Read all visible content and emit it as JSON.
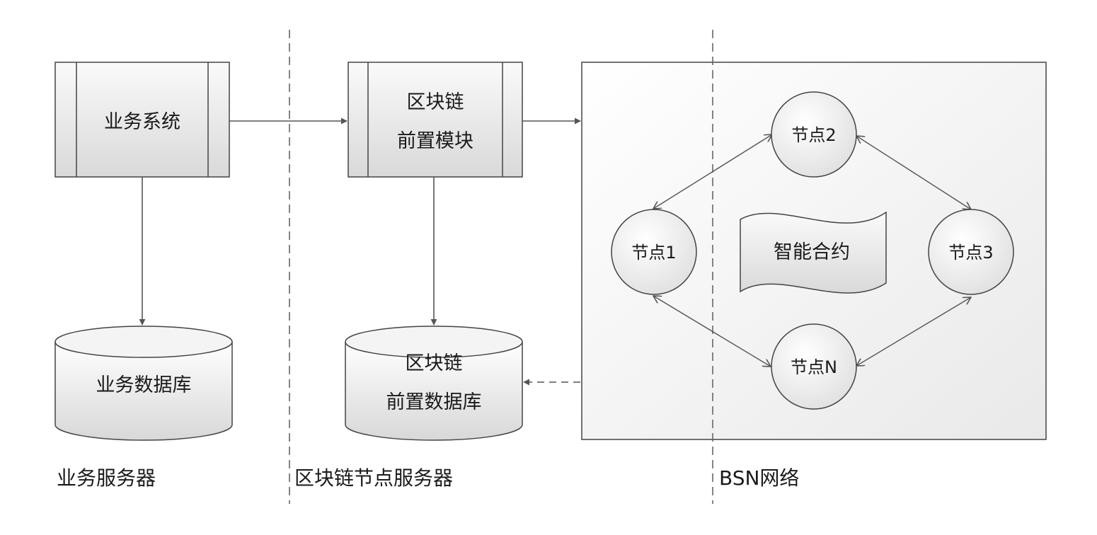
{
  "zones": {
    "business_server": "业务服务器",
    "blockchain_node_server": "区块链节点服务器",
    "bsn_network": "BSN网络"
  },
  "components": {
    "business_system": "业务系统",
    "frontend_module": {
      "line1": "区块链",
      "line2": "前置模块"
    },
    "business_db": "业务数据库",
    "frontend_db": {
      "line1": "区块链",
      "line2": "前置数据库"
    }
  },
  "network": {
    "node1": "节点1",
    "node2": "节点2",
    "node3": "节点3",
    "nodeN": "节点N",
    "smart_contract": "智能合约"
  },
  "colors": {
    "line": "#555555",
    "stroke": "#333333",
    "fill_light": "#f7f7f7",
    "fill_dark": "#dcdcdc",
    "dash": "#555555"
  }
}
